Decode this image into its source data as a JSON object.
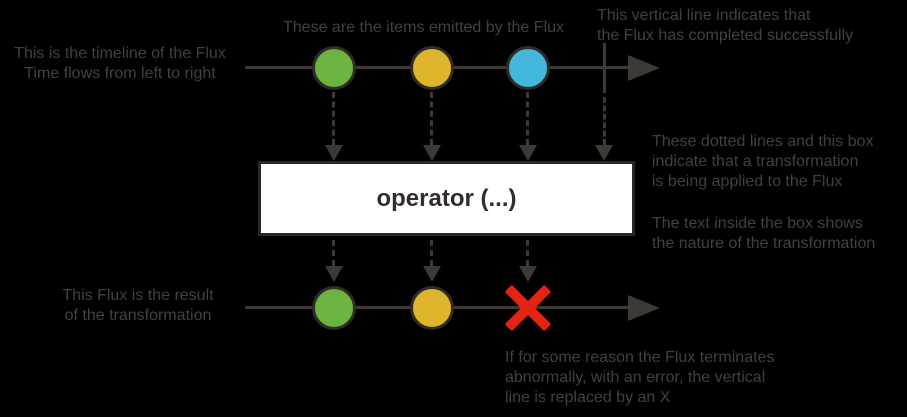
{
  "colors": {
    "background": "#000000",
    "line": "#3d3935",
    "text": "#46403c",
    "marble_border": "#2f2b29",
    "marble_green": "#6db33f",
    "marble_yellow": "#dfb52c",
    "marble_blue": "#44b8dc",
    "error_red": "#e42313",
    "box_bg": "#ffffff",
    "box_border": "#2b2726",
    "box_text": "#332d2d"
  },
  "annotations": {
    "timeline_label": "This is the timeline of the Flux\nTime flows from left to right",
    "items_label": "These are the items emitted by the Flux",
    "complete_label": "This vertical line indicates that\nthe Flux has completed successfully",
    "transform_label": "These dotted lines and this box\nindicate that a transformation\nis being applied to the Flux",
    "box_text_label": "The text inside the box shows\nthe nature of the transformation",
    "result_label": "This Flux is the result\nof the transformation",
    "error_label": "If for some reason the Flux terminates\nabnormally, with an error, the vertical\nline is replaced by an X"
  },
  "operator": {
    "label": "operator (...)"
  },
  "flux": {
    "source_marbles": [
      "green",
      "yellow",
      "blue"
    ],
    "source_terminal": "complete",
    "result_marbles": [
      "green",
      "yellow"
    ],
    "result_terminal": "error"
  }
}
